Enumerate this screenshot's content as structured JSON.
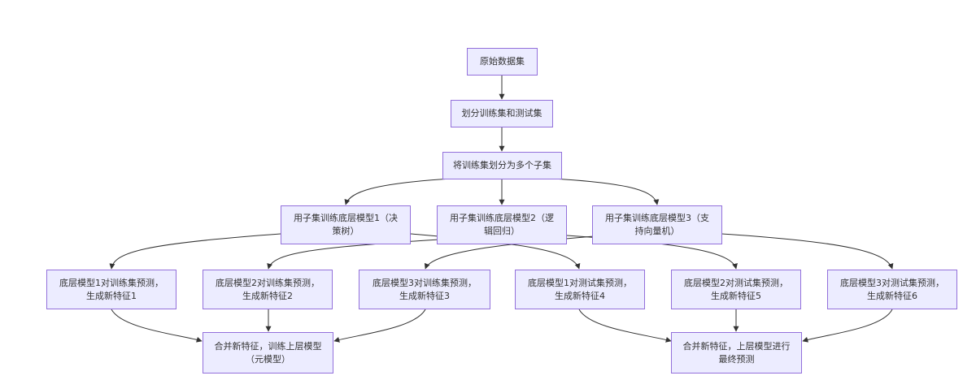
{
  "flow": {
    "nodes": {
      "raw": [
        "原始数据集"
      ],
      "split": [
        "划分训练集和测试集"
      ],
      "subsets": [
        "将训练集划分为多个子集"
      ],
      "m1": [
        "用子集训练底层模型1（决",
        "策树）"
      ],
      "m2": [
        "用子集训练底层模型2（逻",
        "辑回归）"
      ],
      "m3": [
        "用子集训练底层模型3（支",
        "持向量机）"
      ],
      "p1": [
        "底层模型1对训练集预测，",
        "生成新特征1"
      ],
      "p2": [
        "底层模型2对训练集预测，",
        "生成新特征2"
      ],
      "p3": [
        "底层模型3对训练集预测，",
        "生成新特征3"
      ],
      "p4": [
        "底层模型1对测试集预测，",
        "生成新特征4"
      ],
      "p5": [
        "底层模型2对测试集预测，",
        "生成新特征5"
      ],
      "p6": [
        "底层模型3对测试集预测，",
        "生成新特征6"
      ],
      "meta": [
        "合并新特征，训练上层模型",
        "（元模型）"
      ],
      "final": [
        "合并新特征，上层模型进行",
        "最终预测"
      ]
    }
  },
  "colors": {
    "node_fill": "#ececff",
    "node_border": "#9370db",
    "edge": "#333333",
    "text": "#333333"
  }
}
